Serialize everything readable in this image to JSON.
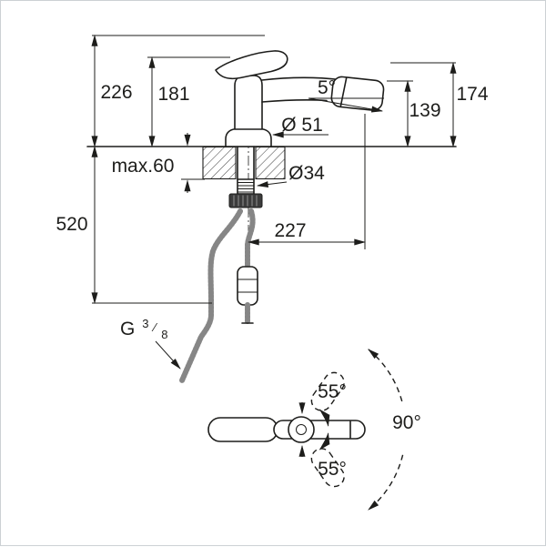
{
  "meta": {
    "kind": "technical dimension drawing",
    "line_color": "#1d1d1b",
    "background": "#ffffff",
    "border_color": "#ccd1d4"
  },
  "dims": {
    "total_height": "226",
    "body_height": "181",
    "spout_angle": "5°",
    "base_diameter": "Ø 51",
    "outlet_height": "139",
    "head_top_height": "174",
    "max_mounting_thickness": "max.60",
    "hole_diameter": "Ø34",
    "hose_drop": "520",
    "spout_reach": "227",
    "swivel_upper": "55°",
    "swivel_total": "90°",
    "swivel_lower": "55°",
    "thread": {
      "prefix": "G",
      "numerator": "3",
      "slash": "⁄",
      "denominator": "8"
    }
  }
}
